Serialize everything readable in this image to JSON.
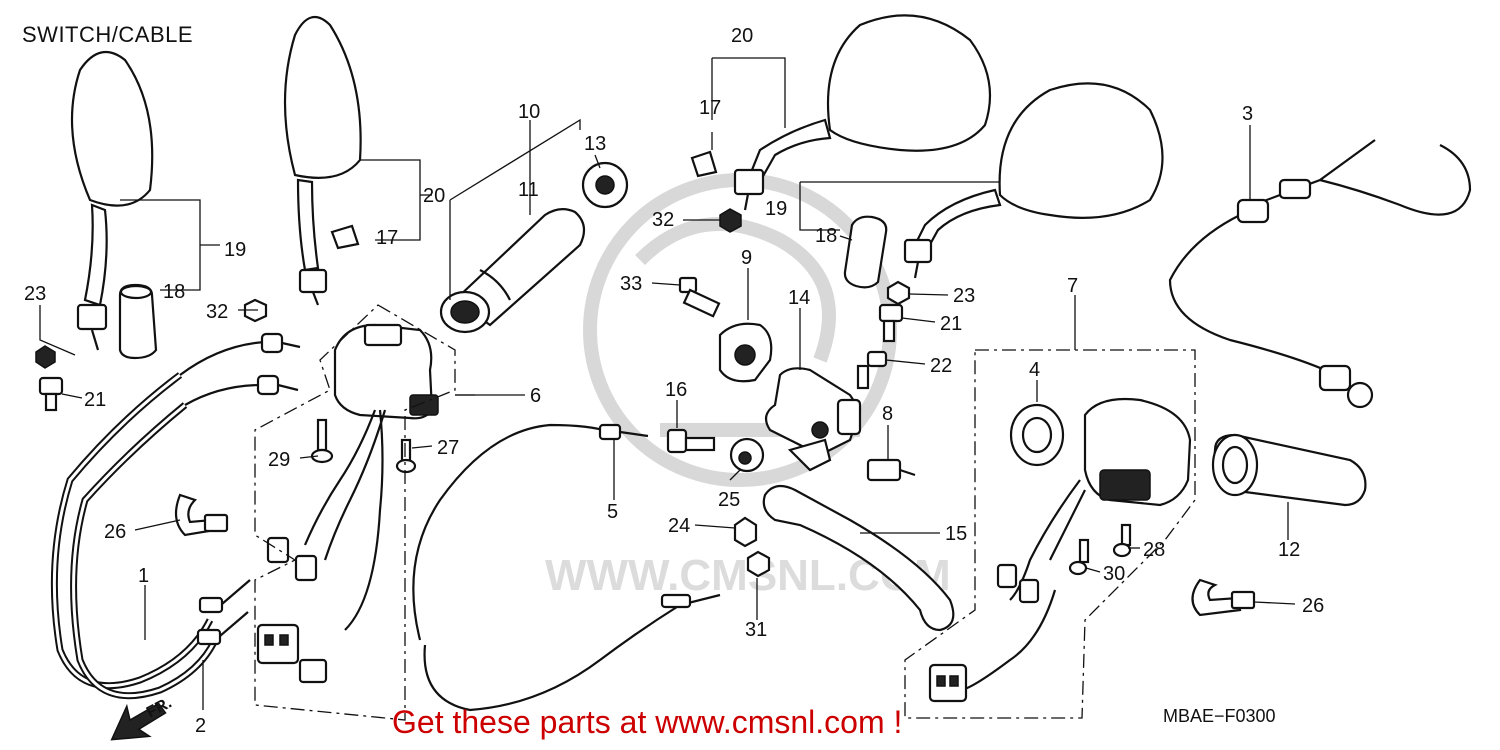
{
  "header": {
    "title": "SWITCH/CABLE"
  },
  "footer": {
    "promo": "Get these parts at www.cmsnl.com !",
    "diagram_code": "MBAE−F0300"
  },
  "watermark": {
    "text": "WWW.CMSNL.COM"
  },
  "callouts": [
    "1",
    "2",
    "3",
    "4",
    "5",
    "6",
    "7",
    "8",
    "9",
    "10",
    "11",
    "12",
    "13",
    "14",
    "15",
    "16",
    "17",
    "17",
    "18",
    "18",
    "19",
    "19",
    "20",
    "20",
    "21",
    "21",
    "22",
    "23",
    "23",
    "24",
    "25",
    "26",
    "26",
    "27",
    "28",
    "29",
    "30",
    "31",
    "32",
    "32",
    "33"
  ],
  "direction_arrow": {
    "label": "FR."
  }
}
